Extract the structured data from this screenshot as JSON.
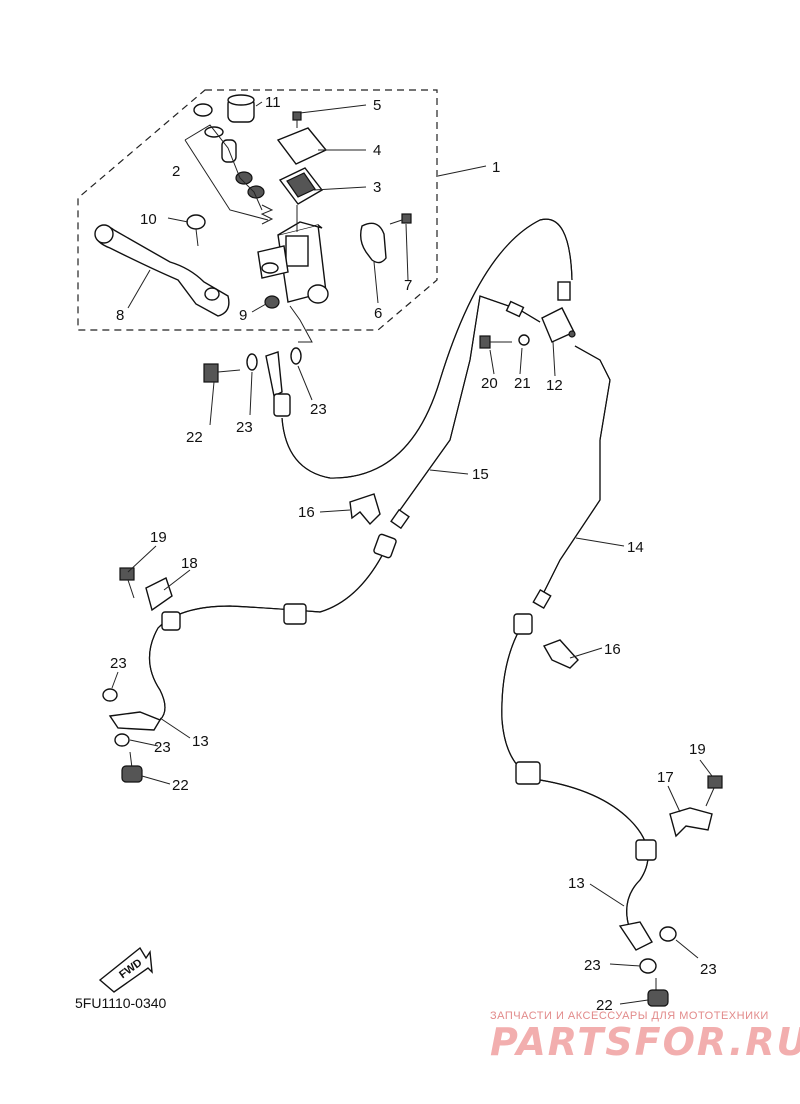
{
  "diagram_code": "5FU1110-0340",
  "fwd_label": "FWD",
  "watermark": {
    "tagline": "ЗАПЧАСТИ И АКСЕССУАРЫ ДЛЯ МОТОТЕХНИКИ",
    "brand": "PARTSFOR.RU"
  },
  "callouts": {
    "c1": "1",
    "c2": "2",
    "c3": "3",
    "c4": "4",
    "c5": "5",
    "c6": "6",
    "c7": "7",
    "c8": "8",
    "c9": "9",
    "c10": "10",
    "c11": "11",
    "c12": "12",
    "c13a": "13",
    "c13b": "13",
    "c14": "14",
    "c15": "15",
    "c16a": "16",
    "c16b": "16",
    "c17": "17",
    "c18": "18",
    "c19a": "19",
    "c19b": "19",
    "c20": "20",
    "c21": "21",
    "c22a": "22",
    "c22b": "22",
    "c22c": "22",
    "c23a": "23",
    "c23b": "23",
    "c23c": "23",
    "c23d": "23",
    "c23e": "23",
    "c23f": "23"
  }
}
